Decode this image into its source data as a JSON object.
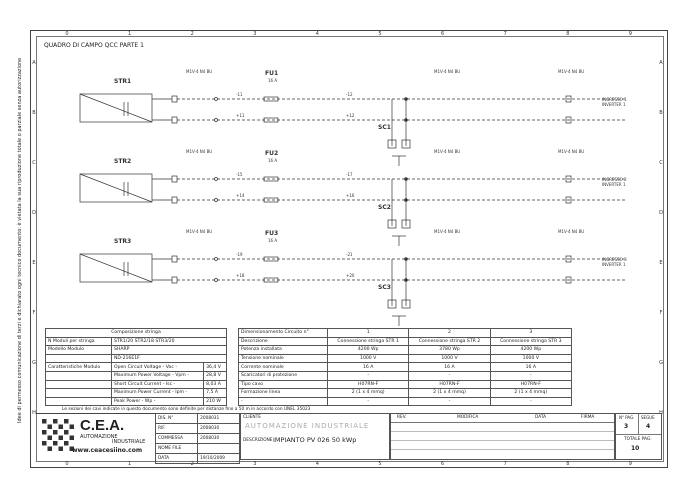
{
  "side_note": "Idee di permesso comunicazione di terzi e dichiarato ogni tecnico documento: è vietata la sua riproduzione totale o parziale senza autorizzazione",
  "sheet_title": "QUADRO DI CAMPO QCC PARTE 1",
  "ruler_cols": [
    "0",
    "1",
    "2",
    "3",
    "4",
    "5",
    "6",
    "7",
    "8",
    "9"
  ],
  "ruler_rows": [
    "A",
    "B",
    "C",
    "D",
    "E",
    "F",
    "G",
    "H"
  ],
  "strings": [
    {
      "name": "STR1",
      "fuse": "FU1",
      "fuse_rating": "16 A",
      "wire_neg_in": "-11",
      "wire_pos_in": "+11",
      "wire_neg_out": "-12",
      "wire_pos_out": "+12",
      "surge": "SC1",
      "out1": "INGRESSO 1",
      "out2": "INVERTER 1"
    },
    {
      "name": "STR2",
      "fuse": "FU2",
      "fuse_rating": "16 A",
      "wire_neg_in": "-15",
      "wire_pos_in": "+14",
      "wire_neg_out": "-17",
      "wire_pos_out": "+16",
      "surge": "SC2",
      "out1": "INGRESSO 2",
      "out2": "INVERTER 1"
    },
    {
      "name": "STR3",
      "fuse": "FU3",
      "fuse_rating": "16 A",
      "wire_neg_in": "-19",
      "wire_pos_in": "+18",
      "wire_neg_out": "-21",
      "wire_pos_out": "+20",
      "surge": "SC3",
      "out1": "INGRESSO 3",
      "out2": "INVERTER 1"
    }
  ],
  "terminal_tags": [
    "M1V-4",
    "N4",
    "BU"
  ],
  "left_table": {
    "header": "Composizione stringa",
    "rows": [
      [
        "N Moduli per stringa",
        "STR1/20 STR2/18 STR3/20"
      ],
      [
        "Modello Modulo",
        "SHARP"
      ],
      [
        "",
        "ND-216E1F"
      ],
      [
        "Caratteristiche Modulo",
        "Open Circuit Voltage - Voc -",
        "36,4 V"
      ],
      [
        "",
        "Maximum Power Voltage - Vpm -",
        "28,8 V"
      ],
      [
        "",
        "Short Circuit Current - Isc -",
        "8,03 A"
      ],
      [
        "",
        "Maximum Power Current - Ipm -",
        "7,5 A"
      ],
      [
        "",
        "Peak Power - Wp -",
        "210 W"
      ]
    ]
  },
  "right_table": {
    "header": [
      "Dimensionamento Circuito n°",
      "1",
      "2",
      "3"
    ],
    "rows": [
      [
        "Descrizione",
        "Connessione stringa STR 1",
        "Connessione stringa STR 2",
        "Connessione stringa STR 3"
      ],
      [
        "Potenza installata",
        "4200 Wp",
        "3780 Wp",
        "4200 Wp"
      ],
      [
        "Tensione nominale",
        "1000 V",
        "1000 V",
        "1000 V"
      ],
      [
        "Corrente nominale",
        "16 A",
        "16 A",
        "16 A"
      ],
      [
        "Scaricatori di protezione",
        "-",
        "-",
        "-"
      ],
      [
        "Tipo cavo",
        "H07RN-F",
        "H07RN-F",
        "H07RN-F"
      ],
      [
        "Formazione linea",
        "2 (1 x 4 mmq)",
        "2 (1 x 4 mmq)",
        "2 (1 x 4 mmq)"
      ],
      [
        "-",
        "-",
        "-",
        "-"
      ]
    ]
  },
  "footnote": "Le sezioni dei cavi indicate in questo documento sono definite per distanze fino a 50 m in accordo con UNEL 35023",
  "title_block": {
    "company": "C.E.A.",
    "company_sub1": "AUTOMAZIONE",
    "company_sub2": "INDUSTRIALE",
    "website": "www.ceacesiino.com",
    "dis_label": "DIS. N°",
    "dis_value": "2008031",
    "rif_label": "RIF.",
    "rif_value": "2008030",
    "commessa_label": "COMMESSA",
    "commessa_value": "2008030",
    "file_label": "NOME FILE",
    "file_value": "",
    "data_label": "DATA",
    "data_value": "19/10/2009",
    "cliente_label": "CLIENTE",
    "cliente_value": "AUTOMAZIONE INDUSTRIALE",
    "desc_label": "DESCRIZIONE",
    "desc_value": "IMPIANTO PV 026 50 kWp",
    "rev_label": "REV.",
    "modifica_label": "MODIFICA",
    "data2_label": "DATA",
    "firma_label": "FIRMA",
    "pag_label": "N° PAG.",
    "pag_value": "3",
    "seg_label": "SEGUE",
    "seg_value": "4",
    "tot_label": "TOTALE PAG.",
    "tot_value": "10"
  }
}
